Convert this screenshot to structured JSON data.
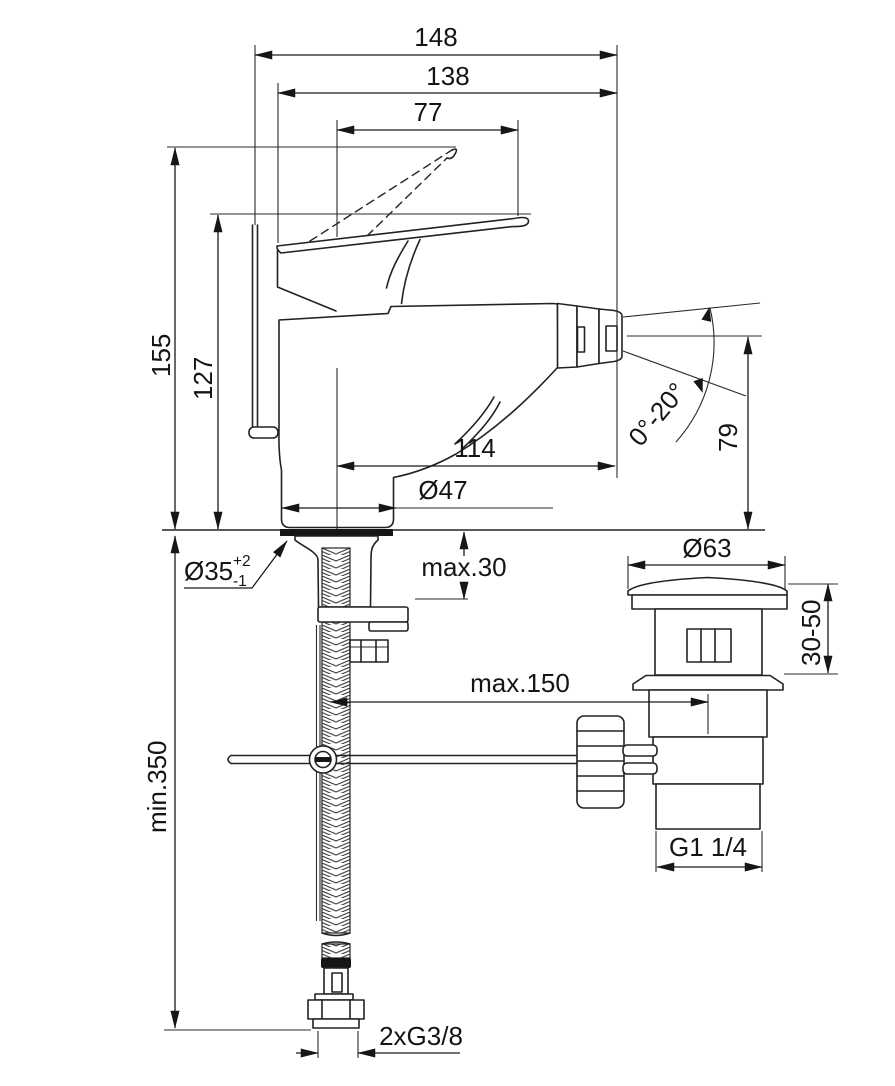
{
  "drawing": {
    "background": "#ffffff",
    "line_color": "#1a1a1a"
  },
  "labels": {
    "width_total": "148",
    "width_spout_to_handle": "138",
    "handle_length": "77",
    "height_handle_raised": "155",
    "height_handle": "127",
    "spout_reach": "114",
    "base_diameter": "Ø47",
    "hole_diameter": "Ø35",
    "hole_tolerance_plus": "+2",
    "hole_tolerance_minus": "-1",
    "deck_thickness_max": "max.30",
    "spout_angle_range": "0°-20°",
    "spout_height": "79",
    "waste_cap_diameter": "Ø63",
    "waste_height_range": "30-50",
    "rod_to_waste_max": "max.150",
    "waste_thread": "G1 1/4",
    "hose_length_min": "min.350",
    "supply_thread": "2xG3/8"
  }
}
